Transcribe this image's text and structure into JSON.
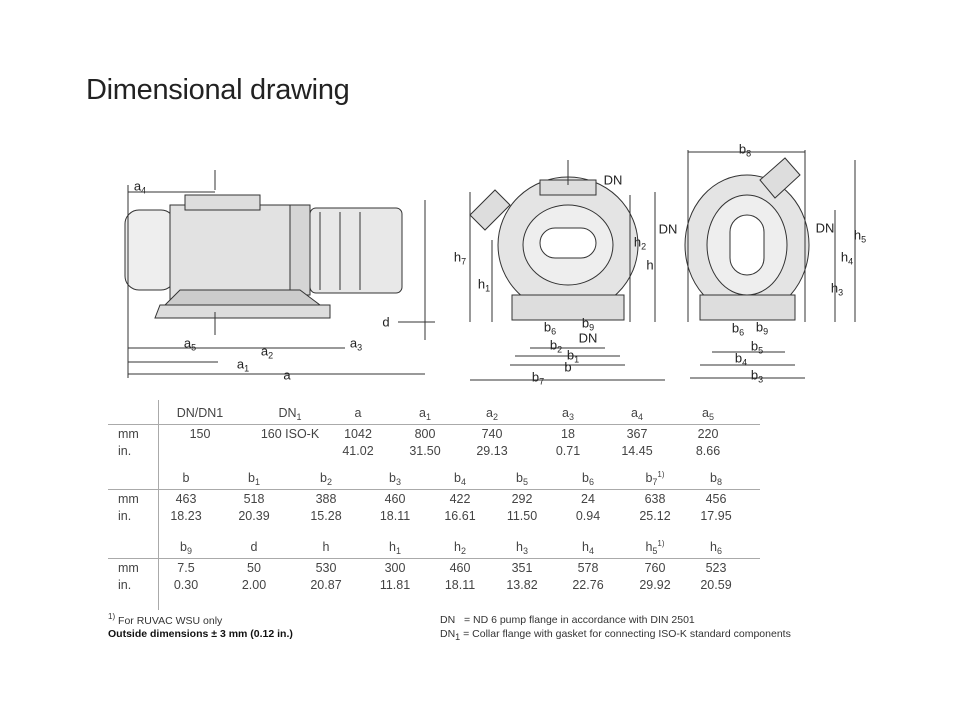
{
  "title": "Dimensional drawing",
  "drawing_labels": {
    "side": [
      [
        "a",
        "4"
      ],
      [
        "a",
        "5"
      ],
      [
        "a",
        "2"
      ],
      [
        "a",
        "3"
      ],
      [
        "a",
        "1"
      ],
      [
        "a",
        ""
      ],
      [
        "d",
        ""
      ]
    ],
    "front": [
      [
        "DN",
        ""
      ],
      [
        "h",
        "7"
      ],
      [
        "h",
        "1"
      ],
      [
        "h",
        "2"
      ],
      [
        "h",
        ""
      ],
      [
        "b",
        "6"
      ],
      [
        "b",
        "9"
      ],
      [
        "DN",
        ""
      ],
      [
        "b",
        "2"
      ],
      [
        "b",
        "1"
      ],
      [
        "b",
        ""
      ],
      [
        "b",
        "7"
      ]
    ],
    "rear": [
      [
        "b",
        "8"
      ],
      [
        "DN",
        ""
      ],
      [
        "DN",
        ""
      ],
      [
        "h",
        "5"
      ],
      [
        "h",
        "4"
      ],
      [
        "h",
        "3"
      ],
      [
        "b",
        "6"
      ],
      [
        "b",
        "9"
      ],
      [
        "b",
        "5"
      ],
      [
        "b",
        "4"
      ],
      [
        "b",
        "3"
      ]
    ]
  },
  "tables": [
    {
      "headers": [
        [
          "DN/DN1",
          "",
          ""
        ],
        [
          "DN",
          "1",
          ""
        ],
        [
          "a",
          "",
          ""
        ],
        [
          "a",
          "1",
          ""
        ],
        [
          "a",
          "2",
          ""
        ],
        [
          "a",
          "3",
          ""
        ],
        [
          "a",
          "4",
          ""
        ],
        [
          "a",
          "5",
          ""
        ]
      ],
      "mm": [
        "150",
        "160 ISO-K",
        "1042",
        "800",
        "740",
        "18",
        "367",
        "220"
      ],
      "in": [
        "",
        "",
        "41.02",
        "31.50",
        "29.13",
        "0.71",
        "14.45",
        "8.66"
      ]
    },
    {
      "headers": [
        [
          "b",
          "",
          ""
        ],
        [
          "b",
          "1",
          ""
        ],
        [
          "b",
          "2",
          ""
        ],
        [
          "b",
          "3",
          ""
        ],
        [
          "b",
          "4",
          ""
        ],
        [
          "b",
          "5",
          ""
        ],
        [
          "b",
          "6",
          ""
        ],
        [
          "b",
          "7",
          "1)"
        ],
        [
          "b",
          "8",
          ""
        ]
      ],
      "mm": [
        "463",
        "518",
        "388",
        "460",
        "422",
        "292",
        "24",
        "638",
        "456"
      ],
      "in": [
        "18.23",
        "20.39",
        "15.28",
        "18.11",
        "16.61",
        "11.50",
        "0.94",
        "25.12",
        "17.95"
      ]
    },
    {
      "headers": [
        [
          "b",
          "9",
          ""
        ],
        [
          "d",
          "",
          ""
        ],
        [
          "h",
          "",
          ""
        ],
        [
          "h",
          "1",
          ""
        ],
        [
          "h",
          "2",
          ""
        ],
        [
          "h",
          "3",
          ""
        ],
        [
          "h",
          "4",
          ""
        ],
        [
          "h",
          "5",
          "1)"
        ],
        [
          "h",
          "6",
          ""
        ]
      ],
      "mm": [
        "7.5",
        "50",
        "530",
        "300",
        "460",
        "351",
        "578",
        "760",
        "523"
      ],
      "in": [
        "0.30",
        "2.00",
        "20.87",
        "11.81",
        "18.11",
        "13.82",
        "22.76",
        "29.92",
        "20.59"
      ]
    }
  ],
  "row_labels": {
    "mm": "mm",
    "in": "in."
  },
  "notes": {
    "footnote_mark": "1)",
    "footnote": "For RUVAC WSU only",
    "tolerance": "Outside dimensions ± 3 mm (0.12 in.)",
    "dn_key": "DN",
    "dn_text": "= ND 6 pump flange in accordance with DIN 2501",
    "dn1_key": "DN",
    "dn1_sub": "1",
    "dn1_text": "= Collar flange with gasket for connecting ISO-K standard components"
  }
}
